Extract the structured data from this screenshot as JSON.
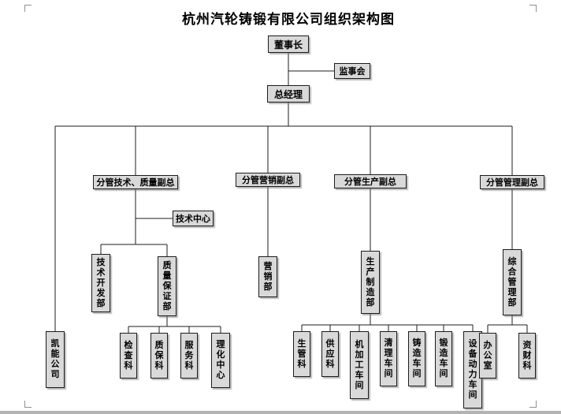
{
  "page": {
    "title": "杭州汽轮铸锻有限公司组织架构图"
  },
  "nodes": {
    "chairman": "董事长",
    "supervisory_board": "监事会",
    "general_manager": "总经理",
    "deputy_tech_quality": "分管技术、质量副总",
    "deputy_marketing": "分管营销副总",
    "deputy_production": "分管生产副总",
    "deputy_admin": "分管管理副总",
    "tech_center": "技术中心",
    "kaineng_company": "凯能公司",
    "tech_dev_dept": "技术开发部",
    "qa_dept": "质量保证部",
    "inspection_section": "检查科",
    "qa_section": "质保科",
    "service_section": "服务科",
    "physchem_center": "理化中心",
    "marketing_dept": "营销部",
    "production_dept": "生产制造部",
    "prod_mgmt_section": "生管科",
    "supply_section": "供应科",
    "machining_workshop": "机加工车间",
    "cleaning_workshop": "清理车间",
    "casting_workshop": "铸造车间",
    "forging_workshop": "锻造车间",
    "equipment_power_workshop": "设备动力车间",
    "general_mgmt_dept": "综合管理部",
    "office": "办公室",
    "finance_section": "资财科"
  }
}
